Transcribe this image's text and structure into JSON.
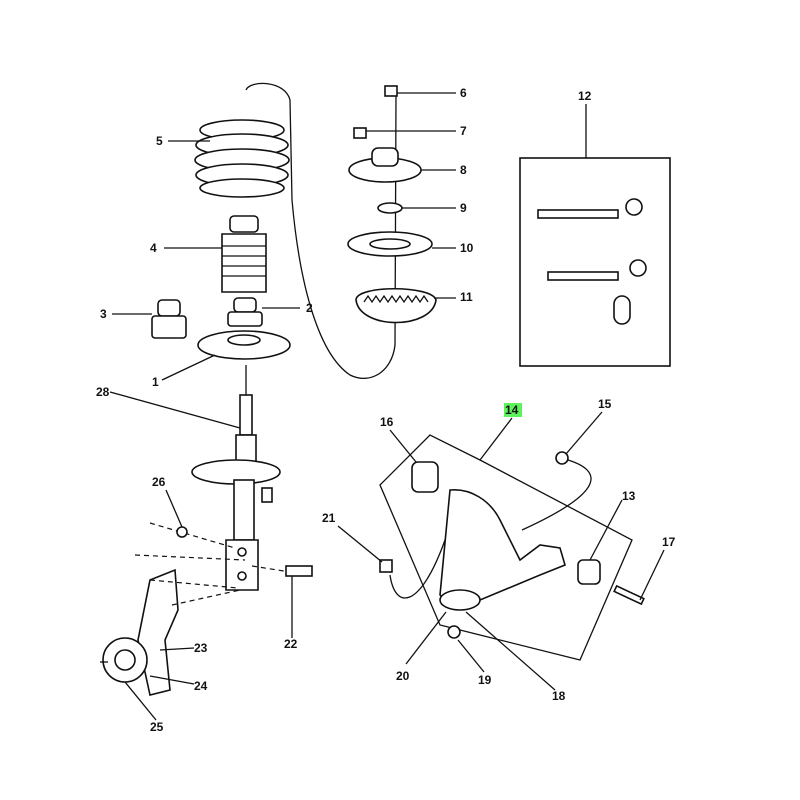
{
  "diagram": {
    "callouts": {
      "c1": "1",
      "c2": "2",
      "c3": "3",
      "c4": "4",
      "c5": "5",
      "c6": "6",
      "c7": "7",
      "c8": "8",
      "c9": "9",
      "c10": "10",
      "c11": "11",
      "c12": "12",
      "c13": "13",
      "c14": "14",
      "c15": "15",
      "c16": "16",
      "c17": "17",
      "c18": "18",
      "c19": "19",
      "c20": "20",
      "c21": "21",
      "c22": "22",
      "c23": "23",
      "c24": "24",
      "c25": "25",
      "c26": "26",
      "c28": "28"
    },
    "highlight_color": "#5cf25c",
    "line_color": "#111111"
  }
}
